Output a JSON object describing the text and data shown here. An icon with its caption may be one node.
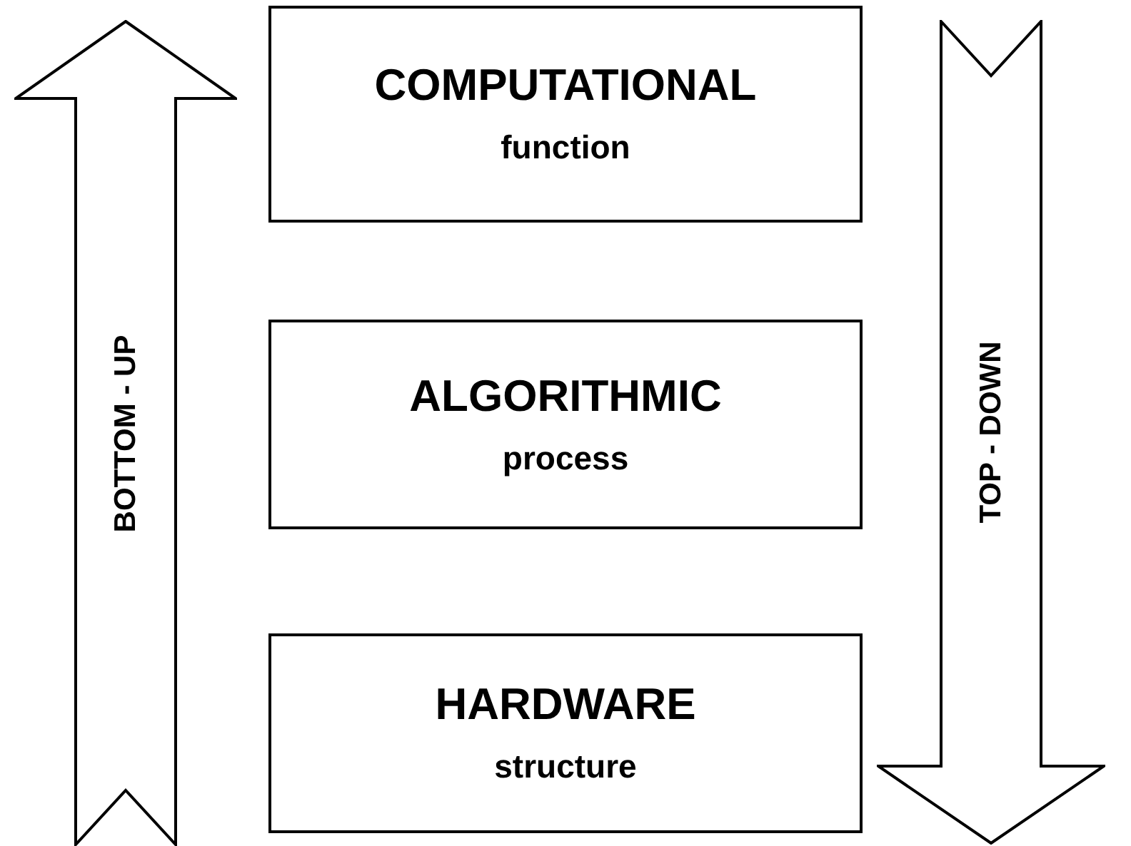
{
  "diagram": {
    "nodes": [
      {
        "text": [
          "BOTTOM - UP"
        ]
      },
      {
        "text": [
          "COMPUTATIONAL",
          "function"
        ]
      },
      {
        "text": [
          "ALGORITHMIC",
          "process"
        ]
      },
      {
        "text": [
          "HARDWARE",
          "structure"
        ]
      },
      {
        "text": [
          "TOP - DOWN"
        ]
      }
    ]
  }
}
